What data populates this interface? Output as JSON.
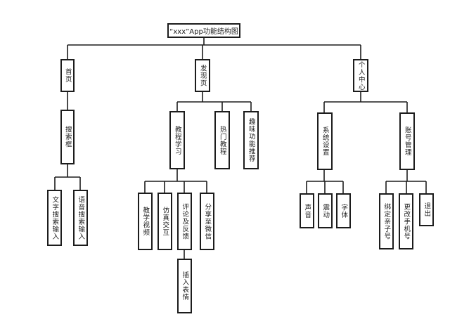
{
  "diagram": {
    "root": "“xxx”App功能结构图",
    "home": {
      "title": "首页",
      "search": "搜索框",
      "text_search": "文字搜索输入",
      "voice_search": "语音搜索输入"
    },
    "discover": {
      "title": "发现页",
      "tutorial": "教程学习",
      "hot": "热门教程",
      "fun": "趣味功能推荐",
      "video": "教学视频",
      "sim": "仿真交互",
      "comment": "评论及反馈",
      "share": "分享至微信",
      "emoji": "插入表情"
    },
    "profile": {
      "title": "个人中心",
      "settings": "系统设置",
      "account": "账号管理",
      "sound": "声音",
      "vibrate": "震动",
      "font": "字体",
      "bind": "绑定亲子号",
      "phone": "更改手机号",
      "logout": "退出"
    }
  }
}
